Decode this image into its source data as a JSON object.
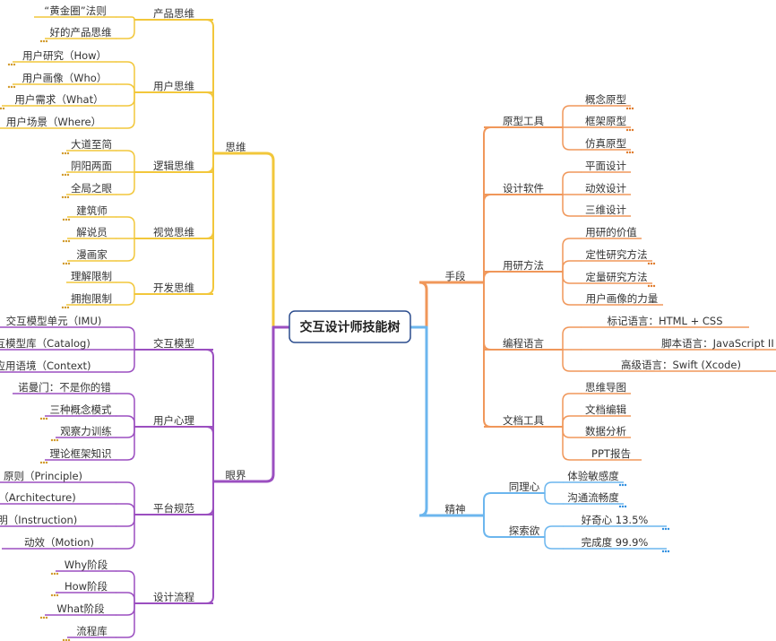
{
  "root": {
    "label": "交互设计师技能树"
  },
  "colors": {
    "thinking": "#f2c73b",
    "vision": "#9b4fc0",
    "means": "#f0975a",
    "spirit": "#6cb6ee",
    "root_border": "#2c4d8e"
  },
  "left": [
    {
      "key": "thinking",
      "label": "思维",
      "children": [
        {
          "label": "产品思维",
          "children": [
            "“黄金圈”法则",
            "好的产品思维"
          ]
        },
        {
          "label": "用户思维",
          "children": [
            "用户研究（How）",
            "用户画像（Who）",
            "用户需求（What）",
            "用户场景（Where）"
          ]
        },
        {
          "label": "逻辑思维",
          "children": [
            "大道至简",
            "阴阳两面",
            "全局之眼"
          ]
        },
        {
          "label": "视觉思维",
          "children": [
            "建筑师",
            "解说员",
            "漫画家"
          ]
        },
        {
          "label": "开发思维",
          "children": [
            "理解限制",
            "拥抱限制"
          ]
        }
      ]
    },
    {
      "key": "vision",
      "label": "眼界",
      "children": [
        {
          "label": "交互模型",
          "children": [
            "交互模型单元（IMU)",
            "交互模型库（Catalog)",
            "应用语境（Context)"
          ]
        },
        {
          "label": "用户心理",
          "children": [
            "诺曼门：不是你的错",
            "三种概念模式",
            "观察力训练",
            "理论框架知识"
          ]
        },
        {
          "label": "平台规范",
          "children": [
            "原则（Principle)",
            "架构（Architecture)",
            "说明（Instruction)",
            "动效（Motion)"
          ]
        },
        {
          "label": "设计流程",
          "children": [
            "Why阶段",
            "How阶段",
            "What阶段",
            "流程库"
          ]
        }
      ]
    }
  ],
  "right": [
    {
      "key": "means",
      "label": "手段",
      "children": [
        {
          "label": "原型工具",
          "children": [
            "概念原型",
            "框架原型",
            "仿真原型"
          ]
        },
        {
          "label": "设计软件",
          "children": [
            "平面设计",
            "动效设计",
            "三维设计"
          ]
        },
        {
          "label": "用研方法",
          "children": [
            "用研的价值",
            "定性研究方法",
            "定量研究方法",
            "用户画像的力量"
          ]
        },
        {
          "label": "编程语言",
          "children": [
            "标记语言：HTML + CSS",
            "脚本语言：JavaScript II CoffeeScript",
            "高级语言：Swift (Xcode)"
          ]
        },
        {
          "label": "文档工具",
          "children": [
            "思维导图",
            "文档编辑",
            "数据分析",
            "PPT报告"
          ]
        }
      ]
    },
    {
      "key": "spirit",
      "label": "精神",
      "children": [
        {
          "label": "同理心",
          "children": [
            "体验敏感度",
            "沟通流畅度"
          ]
        },
        {
          "label": "探索欲",
          "children": [
            "好奇心 13.5%",
            "完成度 99.9%"
          ]
        }
      ]
    }
  ]
}
